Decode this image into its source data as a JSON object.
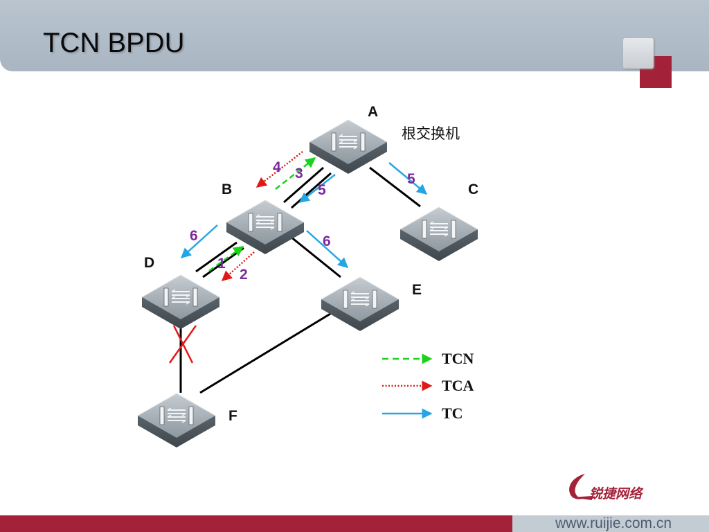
{
  "header": {
    "title": "TCN BPDU"
  },
  "footer": {
    "url": "www.ruijie.com.cn"
  },
  "logo": {
    "text": "锐捷网络"
  },
  "diagram": {
    "root_label": "根交换机",
    "nodes": [
      {
        "id": "A",
        "label": "A"
      },
      {
        "id": "B",
        "label": "B"
      },
      {
        "id": "C",
        "label": "C"
      },
      {
        "id": "D",
        "label": "D"
      },
      {
        "id": "E",
        "label": "E"
      },
      {
        "id": "F",
        "label": "F"
      }
    ],
    "links": [
      {
        "from": "A",
        "to": "B",
        "state": "active"
      },
      {
        "from": "A",
        "to": "C",
        "state": "active"
      },
      {
        "from": "B",
        "to": "D",
        "state": "active"
      },
      {
        "from": "B",
        "to": "E",
        "state": "active"
      },
      {
        "from": "D",
        "to": "F",
        "state": "blocked"
      },
      {
        "from": "E",
        "to": "F",
        "state": "active"
      }
    ],
    "messages": [
      {
        "step": "1",
        "type": "TCN",
        "from": "D",
        "to": "B"
      },
      {
        "step": "2",
        "type": "TCA",
        "from": "B",
        "to": "D"
      },
      {
        "step": "3",
        "type": "TCN",
        "from": "B",
        "to": "A"
      },
      {
        "step": "4",
        "type": "TCA",
        "from": "A",
        "to": "B"
      },
      {
        "step": "5",
        "type": "TC",
        "from": "A",
        "to": "B"
      },
      {
        "step": "5",
        "type": "TC",
        "from": "A",
        "to": "C"
      },
      {
        "step": "6",
        "type": "TC",
        "from": "B",
        "to": "D"
      },
      {
        "step": "6",
        "type": "TC",
        "from": "B",
        "to": "E"
      }
    ],
    "legend": [
      {
        "type": "TCN",
        "label": "TCN",
        "color": "#19d219",
        "style": "dashed"
      },
      {
        "type": "TCA",
        "label": "TCA",
        "color": "#e01818",
        "style": "dotted"
      },
      {
        "type": "TC",
        "label": "TC",
        "color": "#23a6e6",
        "style": "solid"
      }
    ],
    "colors": {
      "TCN": "#19d219",
      "TCA": "#e01818",
      "TC": "#23a6e6",
      "step": "#7a2a9c",
      "blocked": "#e01818",
      "accent": "#a3223a"
    }
  }
}
